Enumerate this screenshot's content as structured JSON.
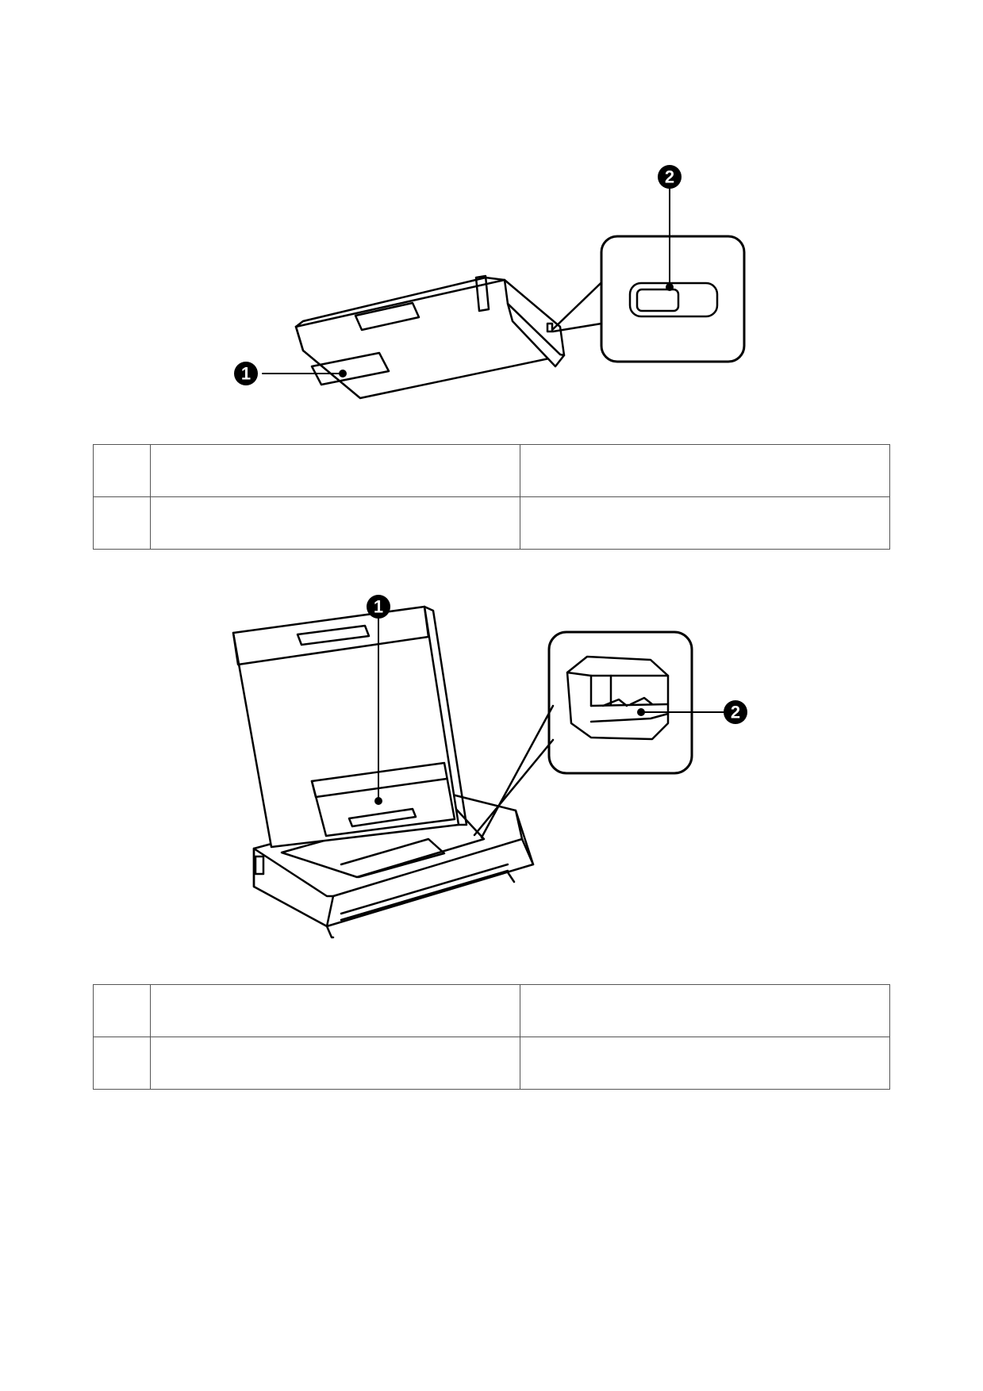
{
  "figure_1": {
    "callouts": [
      "1",
      "2"
    ]
  },
  "table_1": {
    "rows": [
      {
        "number": "",
        "name": "",
        "description": ""
      },
      {
        "number": "",
        "name": "",
        "description": ""
      }
    ]
  },
  "figure_2": {
    "callouts": [
      "1",
      "2"
    ]
  },
  "table_2": {
    "rows": [
      {
        "number": "",
        "name": "",
        "description": ""
      },
      {
        "number": "",
        "name": "",
        "description": ""
      }
    ]
  },
  "colors": {
    "line": "#000000",
    "table_border": "#555555",
    "background": "#ffffff"
  }
}
